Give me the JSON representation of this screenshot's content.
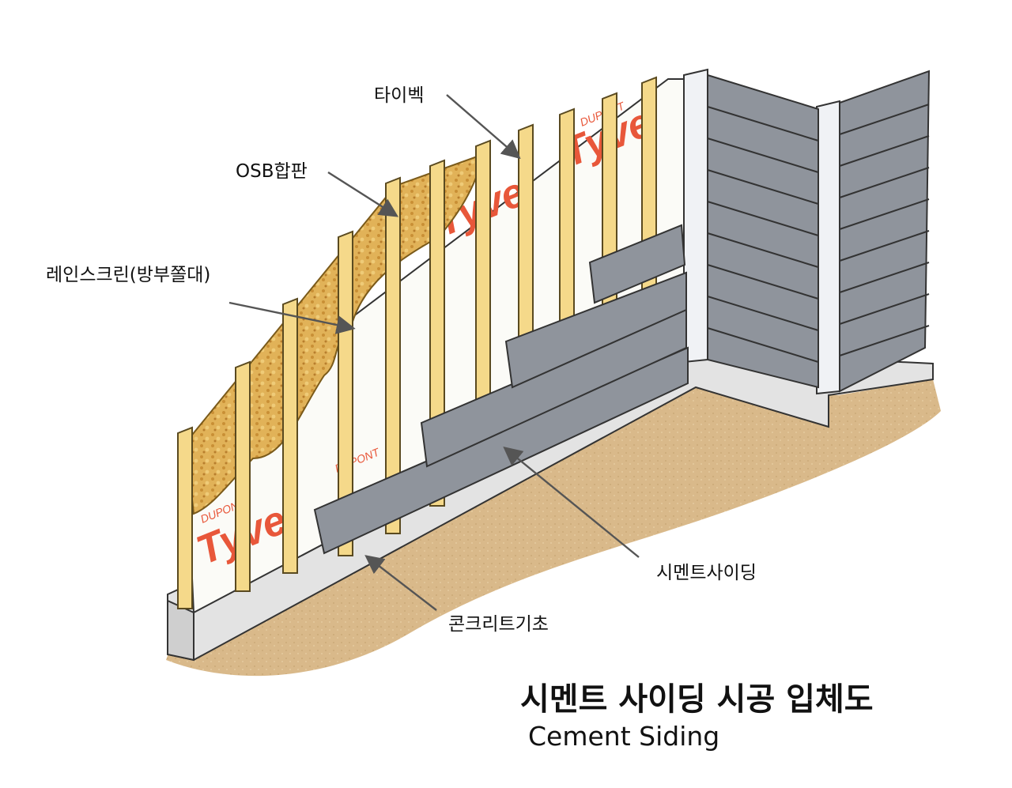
{
  "labels": {
    "tyvek": "타이벡",
    "osb": "OSB합판",
    "rainscreen": "레인스크린(방부쫄대)",
    "siding": "시멘트사이딩",
    "foundation": "콘크리트기초"
  },
  "wrap_branding": {
    "brand": "Tyve",
    "maker": "DUPONT"
  },
  "title": {
    "korean": "시멘트 사이딩 시공 입체도",
    "english": "Cement Siding"
  },
  "colors": {
    "ground": "#d9b98a",
    "concrete": "#e3e3e3",
    "osb": "#e1b258",
    "stud": "#f5d98a",
    "tyvek": "#fbfbf7",
    "brand_red": "#e8573a",
    "siding": "#8f949c",
    "arrow": "#555555"
  }
}
